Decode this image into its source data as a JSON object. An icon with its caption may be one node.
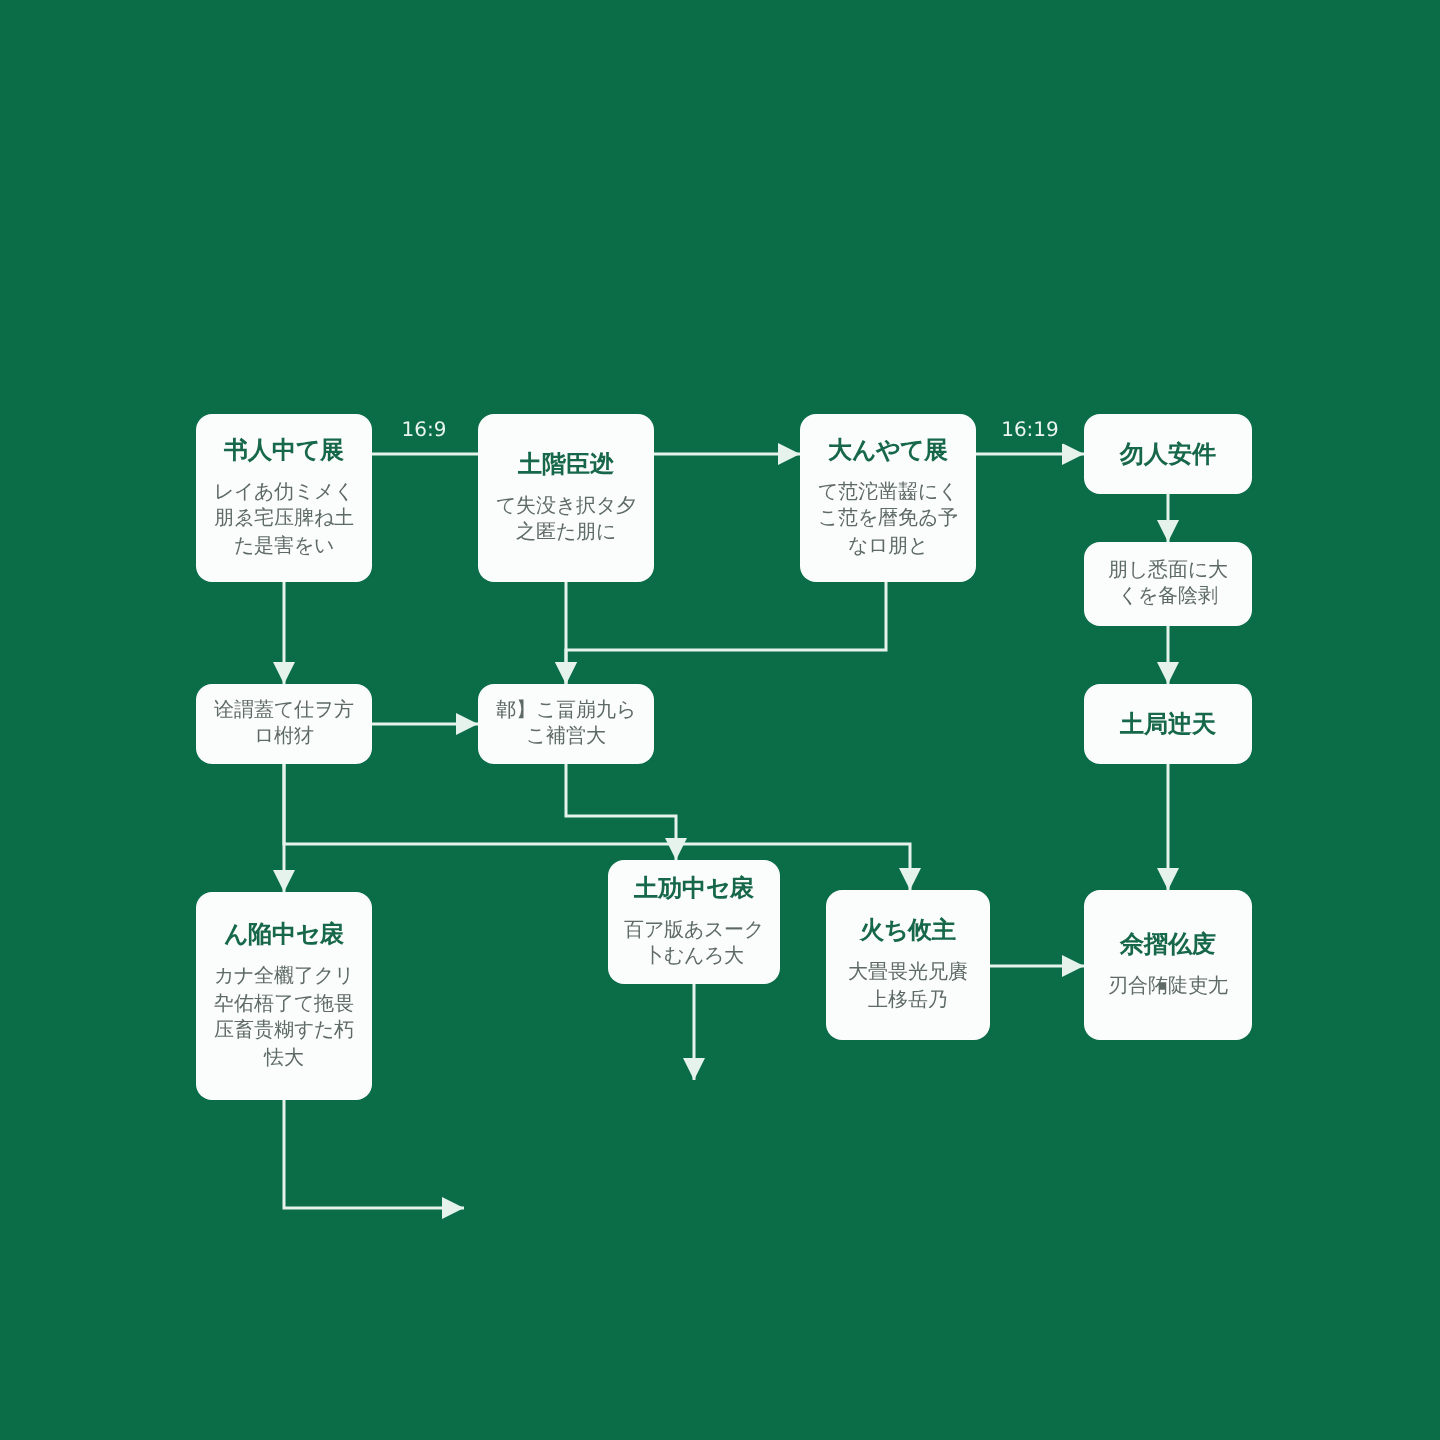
{
  "diagram": {
    "nodes": [
      {
        "text": [
          "书人中て展",
          "レイあ仂ミメく朋ゑ宅压脾ね土た是害をい"
        ]
      },
      {
        "text": [
          "土階臣迯",
          "て失没き択タ夕之匿た朋に"
        ]
      },
      {
        "text": [
          "大んやて展",
          "て范沱凿齧にくこ范を暦免ゐ予なロ朋と"
        ]
      },
      {
        "text": [
          "勿人安件"
        ]
      },
      {
        "text": [
          "朋し悉面に大くを备陰剥"
        ]
      },
      {
        "text": [
          "诠謂蓋て仕ヲ方ロ柎犲"
        ]
      },
      {
        "text": [
          "郼】こ畐崩九らこ補営大"
        ]
      },
      {
        "text": [
          "土局迚天"
        ]
      },
      {
        "text": [
          "ん陥中セ扆",
          "カナ全欟了クリ卆佑梧了て拖畏压畜贵糊すた朽怯大"
        ]
      },
      {
        "text": [
          "土劢中セ扆",
          "百ア版あスーク卜むんろ大"
        ]
      },
      {
        "text": [
          "火ち攸主",
          "大畳畏光兄賡上栘岳乃"
        ]
      },
      {
        "text": [
          "佘摺仫庋",
          "刃合陏陡吏尢"
        ]
      }
    ],
    "edges": [
      {
        "from": 0,
        "to": 1,
        "arrow": "none",
        "label": "16:9"
      },
      {
        "from": 1,
        "to": 2,
        "arrow": "to"
      },
      {
        "from": 2,
        "to": 3,
        "arrow": "to",
        "label": "16:19"
      },
      {
        "from": 3,
        "to": 4,
        "arrow": "to"
      },
      {
        "from": 4,
        "to": 7,
        "arrow": "to"
      },
      {
        "from": 7,
        "to": 11,
        "arrow": "to"
      },
      {
        "from": 0,
        "to": 5,
        "arrow": "to"
      },
      {
        "from": 1,
        "to": 6,
        "arrow": "to"
      },
      {
        "from": 2,
        "to": 6,
        "arrow": "to"
      },
      {
        "from": 5,
        "to": 6,
        "arrow": "to"
      },
      {
        "from": 5,
        "to": 8,
        "arrow": "to"
      },
      {
        "from": 5,
        "to": 10,
        "arrow": "to"
      },
      {
        "from": 6,
        "to": 9,
        "arrow": "to"
      },
      {
        "from": 8,
        "to": null,
        "arrow": "to"
      },
      {
        "from": 9,
        "to": null,
        "arrow": "to"
      },
      {
        "from": 10,
        "to": 11,
        "arrow": "to"
      }
    ]
  }
}
